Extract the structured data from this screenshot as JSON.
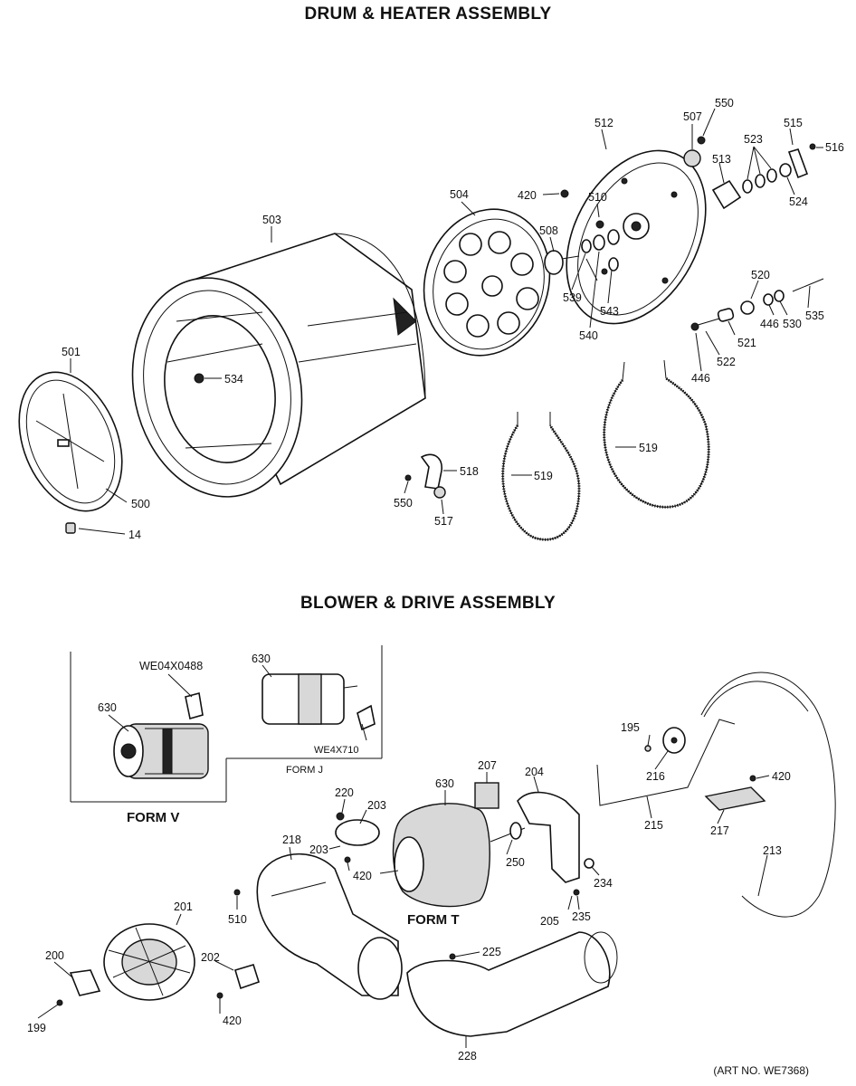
{
  "sections": {
    "drum_title": "DRUM & HEATER ASSEMBLY",
    "blower_title": "BLOWER & DRIVE ASSEMBLY"
  },
  "forms": {
    "form_v": "FORM V",
    "form_j": "FORM J",
    "form_t": "FORM T"
  },
  "callouts": {
    "p501": "501",
    "p500": "500",
    "p14": "14",
    "p503": "503",
    "p534": "534",
    "p504": "504",
    "p420a": "420",
    "p510a": "510",
    "p508": "508",
    "p539": "539",
    "p540": "540",
    "p543": "543",
    "p512": "512",
    "p507": "507",
    "p550a": "550",
    "p513": "513",
    "p523": "523",
    "p515": "515",
    "p516": "516",
    "p524": "524",
    "p520": "520",
    "p446a": "446",
    "p530": "530",
    "p535": "535",
    "p521": "521",
    "p522": "522",
    "p446b": "446",
    "p518": "518",
    "p550b": "550",
    "p517": "517",
    "p519a": "519",
    "p519b": "519",
    "we04": "WE04X0488",
    "p630a": "630",
    "p630b": "630",
    "we4x710": "WE4X710",
    "p630c": "630",
    "p220": "220",
    "p203a": "203",
    "p203b": "203",
    "p420b": "420",
    "p207": "207",
    "p204": "204",
    "p250": "250",
    "p218": "218",
    "p510b": "510",
    "p201": "201",
    "p202": "202",
    "p200": "200",
    "p199": "199",
    "p420c": "420",
    "p205": "205",
    "p235": "235",
    "p234": "234",
    "p225": "225",
    "p228": "228",
    "p195": "195",
    "p216": "216",
    "p215": "215",
    "p217": "217",
    "p420d": "420",
    "p213": "213"
  },
  "art_no": "(ART NO. WE7368)"
}
